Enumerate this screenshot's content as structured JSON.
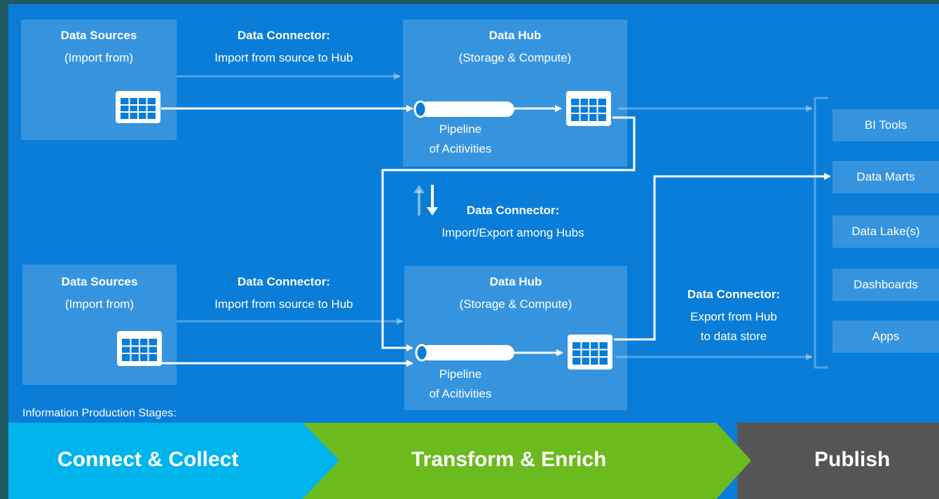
{
  "sources": [
    {
      "title": "Data Sources",
      "subtitle": "(Import from)"
    },
    {
      "title": "Data Sources",
      "subtitle": "(Import from)"
    }
  ],
  "connectors": {
    "top_import": {
      "title": "Data Connector:",
      "line1": "Import from source to Hub"
    },
    "bottom_import": {
      "title": "Data Connector:",
      "line1": "Import from source to Hub"
    },
    "among_hubs": {
      "title": "Data Connector:",
      "line1": "Import/Export among Hubs"
    },
    "export": {
      "title": "Data Connector:",
      "line1": "Export from Hub",
      "line2": "to data store"
    }
  },
  "hubs": [
    {
      "title": "Data Hub",
      "subtitle": "(Storage & Compute)",
      "pipeline_line1": "Pipeline",
      "pipeline_line2": "of Acitivities"
    },
    {
      "title": "Data Hub",
      "subtitle": "(Storage & Compute)",
      "pipeline_line1": "Pipeline",
      "pipeline_line2": "of Acitivities"
    }
  ],
  "destinations": [
    "BI Tools",
    "Data Marts",
    "Data Lake(s)",
    "Dashboards",
    "Apps"
  ],
  "stages_caption": "Information Production Stages:",
  "stages": [
    {
      "label": "Connect & Collect",
      "color": "#00b4ec"
    },
    {
      "label": "Transform & Enrich",
      "color": "#6bbb1f"
    },
    {
      "label": "Publish",
      "color": "#555555"
    }
  ],
  "colors": {
    "background": "#0a7dd8",
    "panel": "rgba(255,255,255,0.18)",
    "line": "#ffffff"
  },
  "icons": {
    "table": "table-icon",
    "pipeline": "pipeline-icon",
    "sync": "sync-arrows-icon"
  }
}
